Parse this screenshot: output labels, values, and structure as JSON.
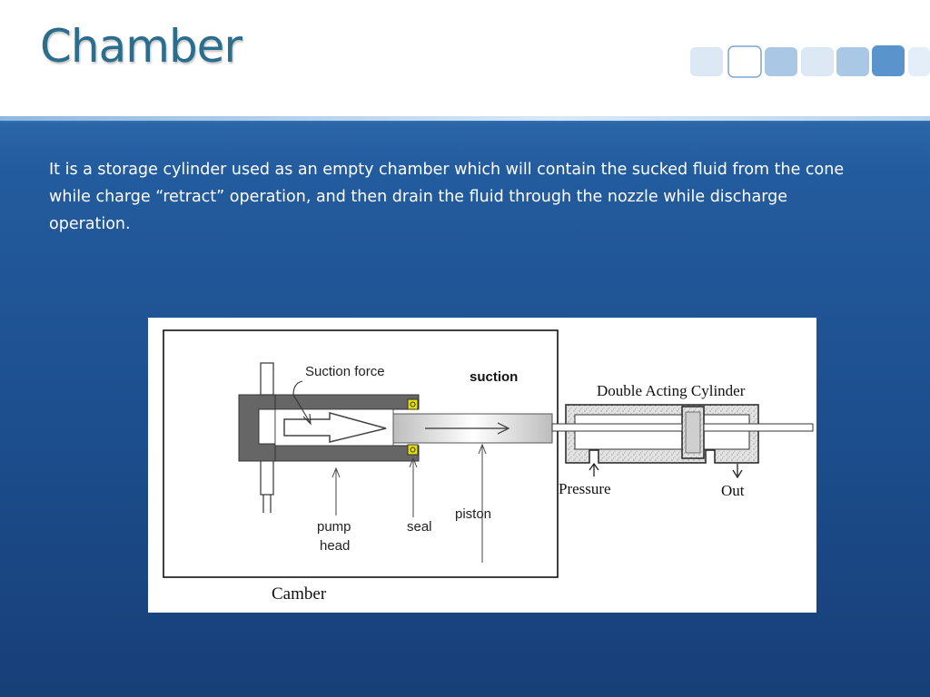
{
  "slide": {
    "title": "Chamber",
    "body": "It is a storage cylinder used as an  empty chamber which will contain the sucked fluid from the cone while charge “retract” operation, and then drain the fluid through the nozzle while discharge operation."
  },
  "figure": {
    "labels": {
      "suction_force": "Suction force",
      "suction": "suction",
      "double_acting_cylinder": "Double Acting Cylinder",
      "pressure": "Pressure",
      "out": "Out",
      "pump": "pump",
      "head": "head",
      "seal": "seal",
      "piston": "piston",
      "caption": "Camber"
    }
  },
  "colors": {
    "title": "#2b6d8c",
    "background": "#1d4f8f",
    "header": "#ffffff",
    "deco_squares": [
      "#dce8f4",
      "#ffffff",
      "#aac8e6",
      "#dce8f4",
      "#aac8e6",
      "#5b94cc",
      "#e4eef8"
    ]
  }
}
